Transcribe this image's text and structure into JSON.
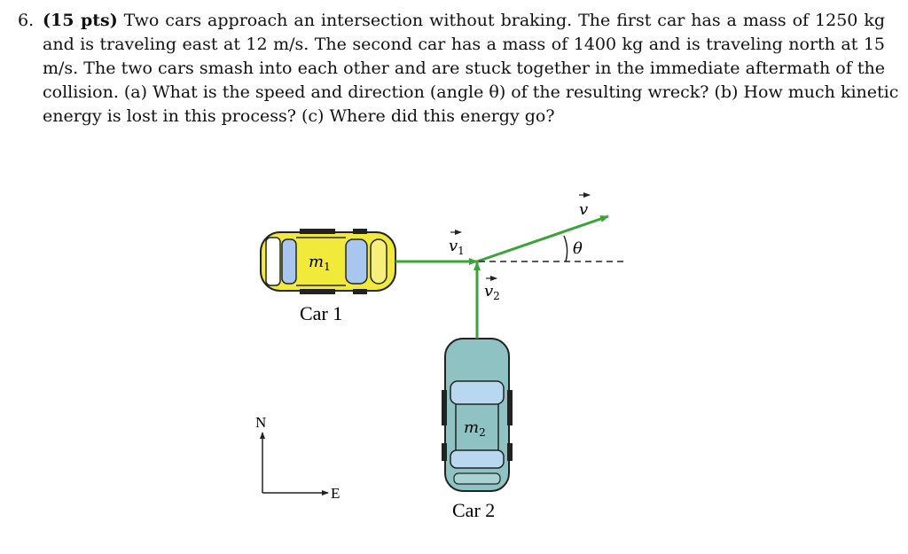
{
  "problem": {
    "number": "6.",
    "points": "(15 pts)",
    "lines": [
      "Two cars approach an intersection without braking. The first car has a mass of 1250 kg",
      "and is traveling east at 12 m/s. The second car has a mass of 1400 kg and is traveling north at 15",
      "m/s. The two cars smash into each other and are stuck together in the immediate aftermath of the",
      "collision. (a) What is the speed and direction (angle θ) of the resulting wreck? (b) How much kinetic",
      "energy is lost in this process? (c) Where did this energy go?"
    ]
  },
  "figure": {
    "car1_label": "Car 1",
    "car2_label": "Car 2",
    "m1": "m",
    "m1_sub": "1",
    "m2": "m",
    "m2_sub": "2",
    "v1": "v",
    "v1_sub": "1",
    "v2": "v",
    "v2_sub": "2",
    "v": "v",
    "theta": "θ",
    "north": "N",
    "east": "E",
    "colors": {
      "arrow": "#3aa33a",
      "car1_body": "#f2ea3a",
      "car1_glass": "#a9c6ee",
      "car2_body": "#8fc3c3",
      "car2_glass": "#b8d8f0"
    }
  }
}
